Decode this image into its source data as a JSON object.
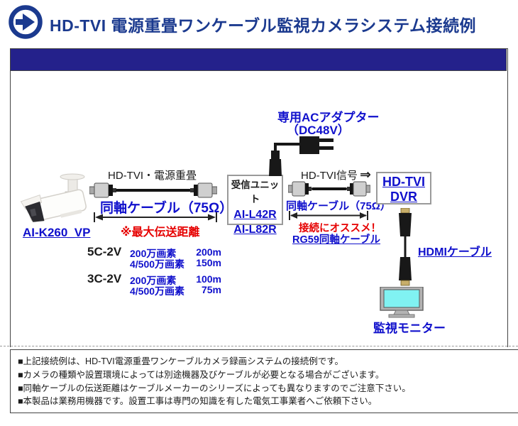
{
  "colors": {
    "accent_navy": "#1b3a8f",
    "banner_blue": "#24218b",
    "link_blue": "#1010cc",
    "alert_red": "#e60000",
    "monitor_screen_cyan": "#80f2f2"
  },
  "header": {
    "title": "HD-TVI 電源重畳ワンケーブル監視カメラシステム接続例"
  },
  "diagram": {
    "camera": {
      "model": "AI-K260_VP"
    },
    "cable1": {
      "top_label": "HD-TVI・電源重畳",
      "label": "同軸ケーブル（75Ω）",
      "note": "※最大伝送距離"
    },
    "table": {
      "rows": [
        {
          "cable": "5C-2V",
          "res1": "200万画素",
          "dist1": "200m",
          "res2": "4/500万画素",
          "dist2": "150m"
        },
        {
          "cable": "3C-2V",
          "res1": "200万画素",
          "dist1": "100m",
          "res2": "4/500万画素",
          "dist2": "75m"
        }
      ]
    },
    "receiver": {
      "title": "受信ユニット",
      "model1": "AI-L42R",
      "model2": "AI-L82R"
    },
    "adapter": {
      "label1": "専用ACアダプター",
      "label2": "（DC48V）"
    },
    "cable2": {
      "top_label": "HD-TVI信号",
      "arrow": "⇒",
      "label": "同軸ケーブル（75Ω）",
      "reco1": "接続にオススメ！",
      "reco2": "RG59同軸ケーブル"
    },
    "dvr": {
      "line1": "HD-TVI",
      "line2": "DVR"
    },
    "hdmi": {
      "label": "HDMIケーブル"
    },
    "monitor": {
      "label": "監視モニター"
    }
  },
  "notes": {
    "items": [
      "■上記接続例は、HD-TVI電源重畳ワンケーブルカメラ録画システムの接続例です。",
      "■カメラの種類や設置環境によっては別途機器及びケーブルが必要となる場合がございます。",
      "■同軸ケーブルの伝送距離はケーブルメーカーのシリーズによっても異なりますのでご注意下さい。",
      "■本製品は業務用機器です。設置工事は専門の知識を有した電気工事業者へご依頼下さい。"
    ]
  }
}
